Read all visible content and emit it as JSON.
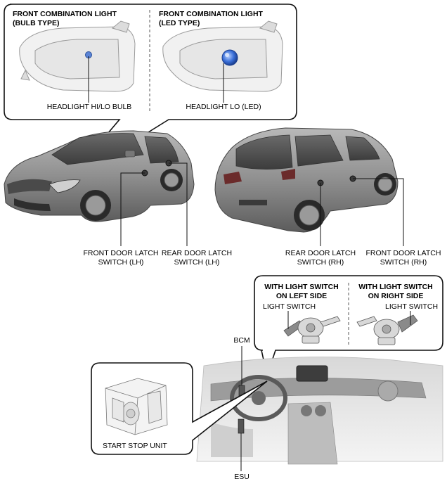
{
  "headlight_callout": {
    "bulb_title_line1": "FRONT COMBINATION LIGHT",
    "bulb_title_line2": "(BULB TYPE)",
    "led_title_line1": "FRONT COMBINATION LIGHT",
    "led_title_line2": "(LED TYPE)",
    "bulb_label": "HEADLIGHT HI/LO BULB",
    "led_label": "HEADLIGHT LO (LED)"
  },
  "front_car": {
    "front_door_latch_lh": [
      "FRONT DOOR LATCH",
      "SWITCH (LH)"
    ],
    "rear_door_latch_lh": [
      "REAR DOOR LATCH",
      "SWITCH (LH)"
    ]
  },
  "rear_car": {
    "rear_door_latch_rh": [
      "REAR DOOR LATCH",
      "SWITCH (RH)"
    ],
    "front_door_latch_rh": [
      "FRONT DOOR LATCH",
      "SWITCH (RH)"
    ]
  },
  "light_switch_callout": {
    "left_title_line1": "WITH LIGHT SWITCH",
    "left_title_line2": "ON LEFT SIDE",
    "right_title_line1": "WITH LIGHT SWITCH",
    "right_title_line2": "ON RIGHT SIDE",
    "left_label": "LIGHT SWITCH",
    "right_label": "LIGHT SWITCH"
  },
  "dashboard": {
    "bcm_label": "BCM",
    "esu_label": "ESU",
    "start_stop_label": "START STOP UNIT"
  },
  "colors": {
    "outline": "#111111",
    "car_body": "#8c8c8c",
    "led_highlight": "#3a6fd8"
  }
}
